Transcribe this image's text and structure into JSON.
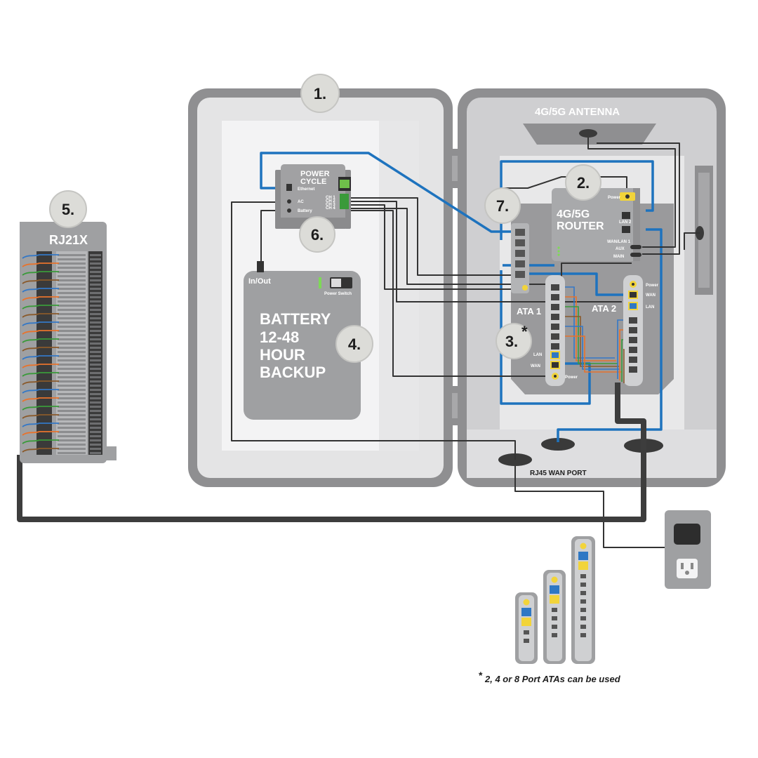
{
  "badges": {
    "enclosure": "1.",
    "router": "2.",
    "ata": "3.",
    "battery": "4.",
    "rj21x": "5.",
    "power_cycle": "6.",
    "switch": "7."
  },
  "ata_asterisk": "*",
  "labels": {
    "antenna": "4G/5G ANTENNA",
    "router_line1": "4G/5G",
    "router_line2": "ROUTER",
    "power_cycle_line1": "POWER",
    "power_cycle_line2": "CYCLE",
    "ethernet": "Ethernet",
    "ac": "AC",
    "battery_port": "Battery",
    "ch1": "CH 1",
    "ch2": "CH 2",
    "ch3": "CH 3",
    "ch4": "CH 4",
    "in_out": "In/Out",
    "power_switch": "Power Switch",
    "battery_line1": "BATTERY",
    "battery_line2": "12-48",
    "battery_line3": "HOUR",
    "battery_line4": "BACKUP",
    "rj21x": "RJ21X",
    "ata1": "ATA 1",
    "ata2": "ATA 2",
    "router_power": "Power",
    "lan2": "LAN 2",
    "wan_lan1": "WAN/LAN 1",
    "aux": "AUX",
    "main": "MAIN",
    "ata1_lan": "LAN",
    "ata1_wan": "WAN",
    "ata1_power": "Power",
    "ata2_power": "Power",
    "ata2_wan": "WAN",
    "ata2_lan": "LAN",
    "rj45_wan_port": "RJ45 WAN PORT",
    "footnote_star": "*",
    "footnote": "2, 4 or 8 Port ATAs can be used"
  },
  "colors": {
    "enclosure_frame": "#8f8f91",
    "enclosure_inner": "#dcdcdd",
    "panel": "#9a9a9c",
    "device": "#9fa0a2",
    "badge": "#dcdcd8",
    "cable_dark": "#333333",
    "cable_blue": "#1e73be",
    "port_yellow": "#f2d43a",
    "port_blue": "#2f78c4",
    "led_green": "#7ed957",
    "wire_orange": "#e8732c",
    "wire_green": "#3a9a3a",
    "wire_brown": "#8a5a2b",
    "wire_blue": "#3478c6"
  }
}
